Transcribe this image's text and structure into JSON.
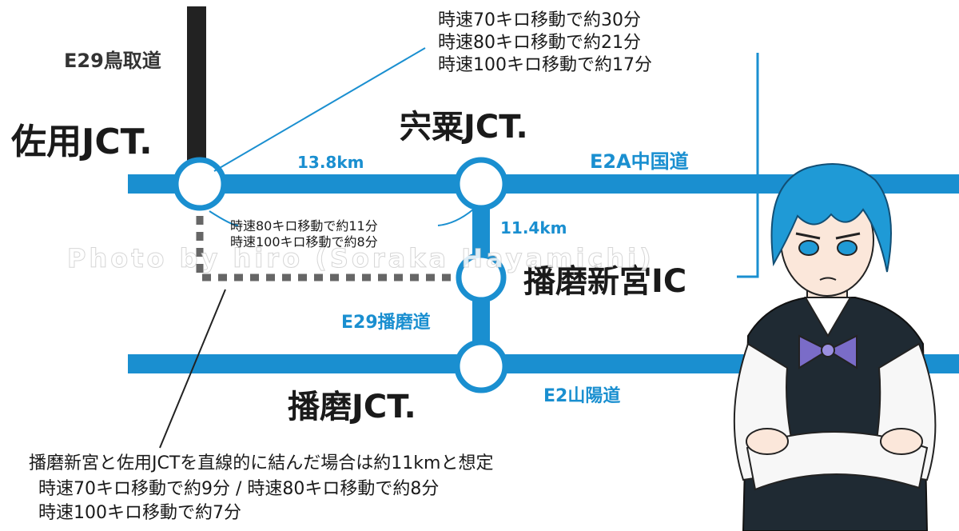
{
  "colors": {
    "highway_blue": "#1a8fd0",
    "label_blue": "#1a8fd0",
    "tottori_road": "#222222",
    "text": "#1a1a1a",
    "dotted_route": "#666666",
    "watermark": "#ffffff"
  },
  "roads": {
    "tottori": "E29鳥取道",
    "chugoku": "E2A中国道",
    "harima_road": "E29播磨道",
    "sanyo": "E2山陽道"
  },
  "junctions": {
    "sayo": "佐用JCT.",
    "shiso": "宍粟JCT.",
    "harima_shingu": "播磨新宮IC",
    "harima": "播磨JCT."
  },
  "distances": {
    "sayo_shiso": "13.8km",
    "shiso_shingu": "11.4km"
  },
  "callouts": {
    "top": [
      "時速70キロ移動で約30分",
      "時速80キロ移動で約21分",
      "時速100キロ移動で約17分"
    ],
    "middle": [
      "時速80キロ移動で約11分",
      "時速100キロ移動で約8分"
    ],
    "bottom": [
      "播磨新宮と佐用JCTを直線的に結んだ場合は約11kmと想定",
      "時速70キロ移動で約9分 / 時速80キロ移動で約8分",
      "時速100キロ移動で約7分"
    ]
  },
  "watermark": "Photo by hiro (Soraka Hayamichi)",
  "character": {
    "hair_color": "#1f9ad6",
    "uniform_color": "#1f2a33",
    "ribbon_color": "#7a6cc8"
  }
}
